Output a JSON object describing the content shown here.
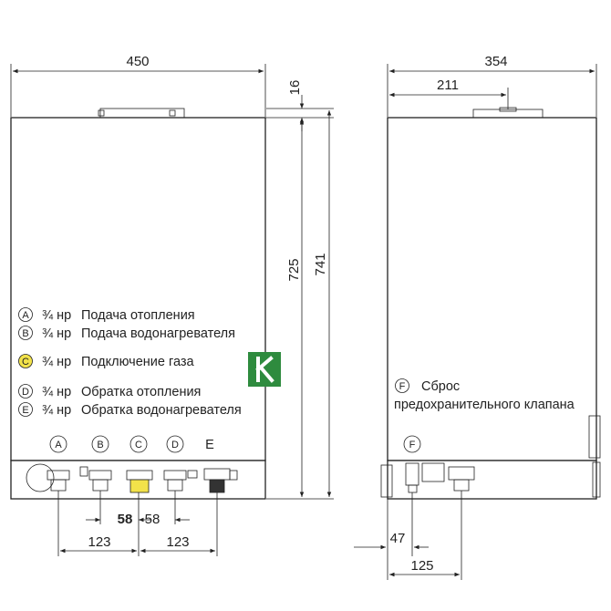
{
  "dimensions": {
    "front_width": "450",
    "top_offset": "16",
    "height_725": "725",
    "height_741": "741",
    "side_width": "354",
    "side_211": "211",
    "pitch_58_left": "58",
    "pitch_58_right": "58",
    "pitch_123_left": "123",
    "pitch_123_right": "123",
    "side_47": "47",
    "side_125": "125"
  },
  "connections": [
    {
      "letter": "A",
      "size": "¾ нр",
      "label": "Подача отопления"
    },
    {
      "letter": "B",
      "size": "¾ нр",
      "label": "Подача водонагревателя"
    },
    {
      "letter": "C",
      "size": "¾ нр",
      "label": "Подключение газа"
    },
    {
      "letter": "D",
      "size": "¾ нр",
      "label": "Обратка отопления"
    },
    {
      "letter": "E",
      "size": "¾ нр",
      "label": "Обратка водонагревателя"
    }
  ],
  "bottom_labels": [
    "A",
    "B",
    "C",
    "D",
    "E"
  ],
  "side_note": {
    "letter": "F",
    "line1": "Сброс",
    "line2": "предохранительного клапана"
  },
  "side_bottom_label": "F",
  "colors": {
    "line": "#222222",
    "gas_highlight": "#f2e24a",
    "logo_green": "#2e8b3e"
  },
  "logo": {
    "icon": "k-letter-logo"
  }
}
